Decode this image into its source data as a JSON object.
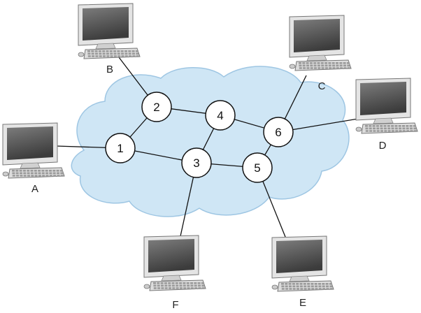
{
  "colors": {
    "cloud_fill": "#cfe6f5",
    "cloud_stroke": "#9ec6e3",
    "link": "#111111",
    "node_fill": "#ffffff",
    "node_stroke": "#111111"
  },
  "routers": [
    {
      "id": "1",
      "label": "1"
    },
    {
      "id": "2",
      "label": "2"
    },
    {
      "id": "3",
      "label": "3"
    },
    {
      "id": "4",
      "label": "4"
    },
    {
      "id": "5",
      "label": "5"
    },
    {
      "id": "6",
      "label": "6"
    }
  ],
  "hosts": [
    {
      "id": "A",
      "label": "A",
      "icon": "computer-icon"
    },
    {
      "id": "B",
      "label": "B",
      "icon": "computer-icon"
    },
    {
      "id": "C",
      "label": "C",
      "icon": "computer-icon"
    },
    {
      "id": "D",
      "label": "D",
      "icon": "computer-icon"
    },
    {
      "id": "E",
      "label": "E",
      "icon": "computer-icon"
    },
    {
      "id": "F",
      "label": "F",
      "icon": "computer-icon"
    }
  ],
  "router_links": [
    [
      "1",
      "2"
    ],
    [
      "1",
      "3"
    ],
    [
      "2",
      "4"
    ],
    [
      "4",
      "3"
    ],
    [
      "4",
      "6"
    ],
    [
      "3",
      "5"
    ],
    [
      "5",
      "6"
    ]
  ],
  "host_links": [
    [
      "A",
      "1"
    ],
    [
      "B",
      "2"
    ],
    [
      "F",
      "3"
    ],
    [
      "C",
      "6"
    ],
    [
      "D",
      "6"
    ],
    [
      "E",
      "5"
    ]
  ]
}
